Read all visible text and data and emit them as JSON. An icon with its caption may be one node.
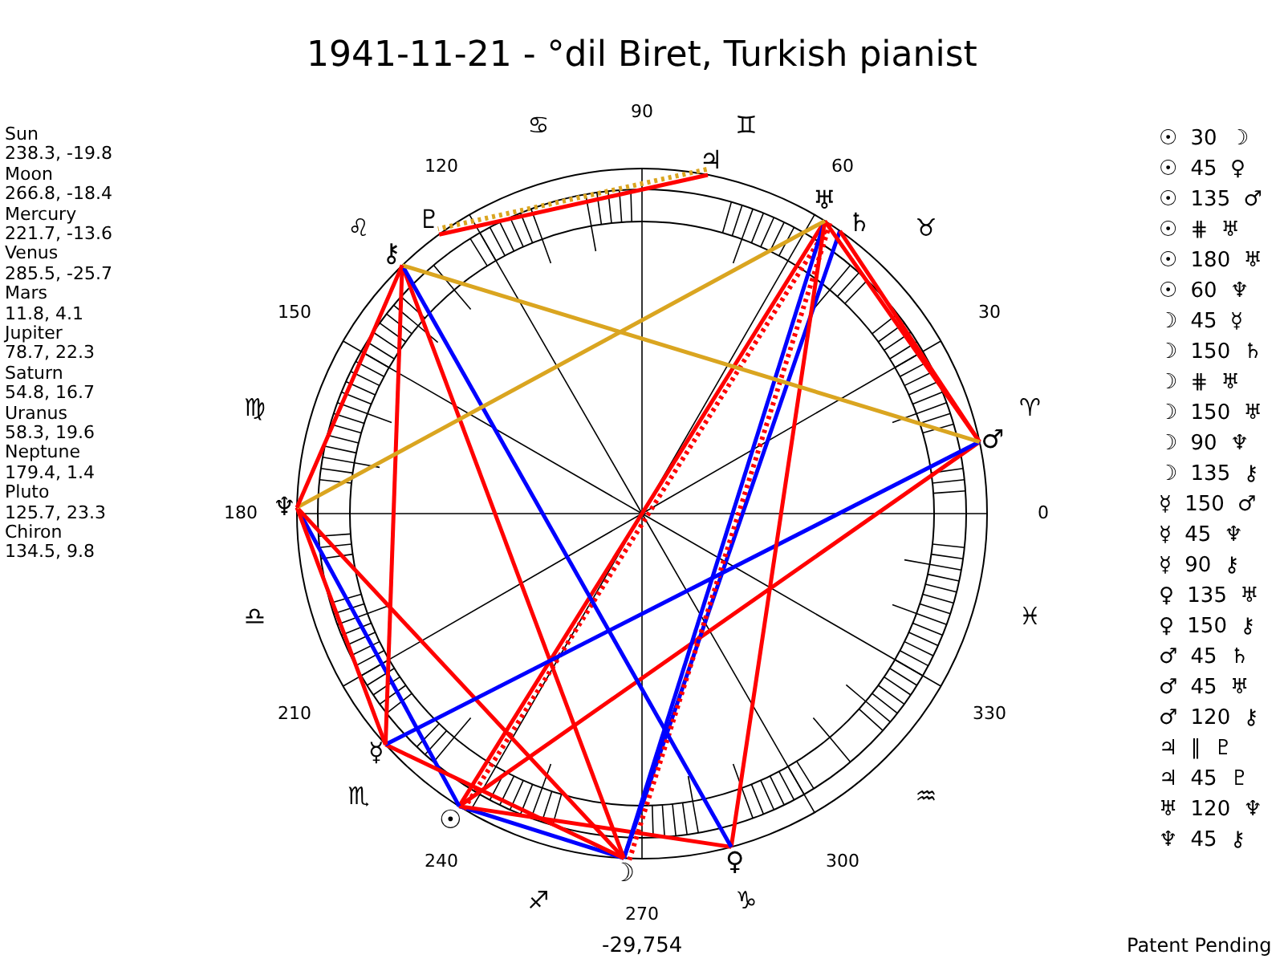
{
  "diagram": {
    "title": "1941-11-21 - °dil Biret, Turkish pianist",
    "nodes": [
      {
        "text": [
          "☉"
        ]
      },
      {
        "text": [
          "☽"
        ]
      },
      {
        "text": [
          "☿"
        ]
      },
      {
        "text": [
          "♀"
        ]
      },
      {
        "text": [
          "♂"
        ]
      },
      {
        "text": [
          "♃"
        ]
      },
      {
        "text": [
          "♄"
        ]
      },
      {
        "text": [
          "♅"
        ]
      },
      {
        "text": [
          "♆"
        ]
      },
      {
        "text": [
          "♇"
        ]
      },
      {
        "text": [
          "⚷"
        ]
      }
    ],
    "edges": [
      {
        "from": 0,
        "to": 1,
        "arrow": "none",
        "color": "#0000ff"
      },
      {
        "from": 0,
        "to": 3,
        "arrow": "none"
      },
      {
        "from": 0,
        "to": 4,
        "arrow": "none"
      },
      {
        "from": 0,
        "to": 7,
        "arrow": "none",
        "style": "dashed"
      },
      {
        "from": 0,
        "to": 7,
        "arrow": "none"
      },
      {
        "from": 0,
        "to": 8,
        "arrow": "none",
        "color": "#0000ff"
      },
      {
        "from": 1,
        "to": 2,
        "arrow": "none"
      },
      {
        "from": 1,
        "to": 6,
        "arrow": "none",
        "color": "#0000ff"
      },
      {
        "from": 1,
        "to": 7,
        "arrow": "none",
        "style": "dashed"
      },
      {
        "from": 1,
        "to": 7,
        "arrow": "none",
        "color": "#0000ff"
      },
      {
        "from": 1,
        "to": 8,
        "arrow": "none"
      },
      {
        "from": 1,
        "to": 10,
        "arrow": "none"
      },
      {
        "from": 2,
        "to": 4,
        "arrow": "none",
        "color": "#0000ff"
      },
      {
        "from": 2,
        "to": 8,
        "arrow": "none"
      },
      {
        "from": 2,
        "to": 10,
        "arrow": "none"
      },
      {
        "from": 3,
        "to": 7,
        "arrow": "none"
      },
      {
        "from": 3,
        "to": 10,
        "arrow": "none",
        "color": "#0000ff"
      },
      {
        "from": 4,
        "to": 6,
        "arrow": "none"
      },
      {
        "from": 4,
        "to": 7,
        "arrow": "none"
      },
      {
        "from": 4,
        "to": 10,
        "arrow": "none",
        "color": "#daa520"
      },
      {
        "from": 5,
        "to": 9,
        "arrow": "none",
        "style": "dashed",
        "color": "#daa520"
      },
      {
        "from": 5,
        "to": 9,
        "arrow": "none"
      },
      {
        "from": 7,
        "to": 8,
        "arrow": "none",
        "color": "#daa520"
      },
      {
        "from": 8,
        "to": 10,
        "arrow": "none"
      }
    ],
    "labels": [
      "Sun",
      "238.3, -19.8",
      "Moon",
      "266.8, -18.4",
      "Mercury",
      "221.7, -13.6",
      "Venus",
      "285.5, -25.7",
      "Mars",
      "11.8, 4.1",
      "Jupiter",
      "78.7, 22.3",
      "Saturn",
      "54.8, 16.7",
      "Uranus",
      "58.3, 19.6",
      "Neptune",
      "179.4, 1.4",
      "Pluto",
      "125.7, 23.3",
      "Chiron",
      "134.5, 9.8",
      "0",
      "30",
      "60",
      "90",
      "120",
      "150",
      "180",
      "210",
      "240",
      "270",
      "300",
      "330",
      "♈",
      "♉",
      "♊",
      "♋",
      "♌",
      "♍",
      "♎",
      "♏",
      "♐",
      "♑",
      "♒",
      "♓",
      "☉ 30 ☽",
      "☉ 45 ♀",
      "☉ 135 ♂",
      "☉ ⋕ ♅",
      "☉ 180 ♅",
      "☉ 60 ♆",
      "☽ 45 ☿",
      "☽ 150 ♄",
      "☽ ⋕ ♅",
      "☽ 150 ♅",
      "☽ 90 ♆",
      "☽ 135 ⚷",
      "☿ 150 ♂",
      "☿ 45 ♆",
      "☿ 90 ⚷",
      "♀ 135 ♅",
      "♀ 150 ⚷",
      "♂ 45 ♄",
      "♂ 45 ♅",
      "♂ 120 ⚷",
      "♃ ∥ ♇",
      "♃ 45 ♇",
      "♅ 120 ♆",
      "♆ 45 ⚷",
      "-29,754",
      "Patent Pending"
    ]
  }
}
